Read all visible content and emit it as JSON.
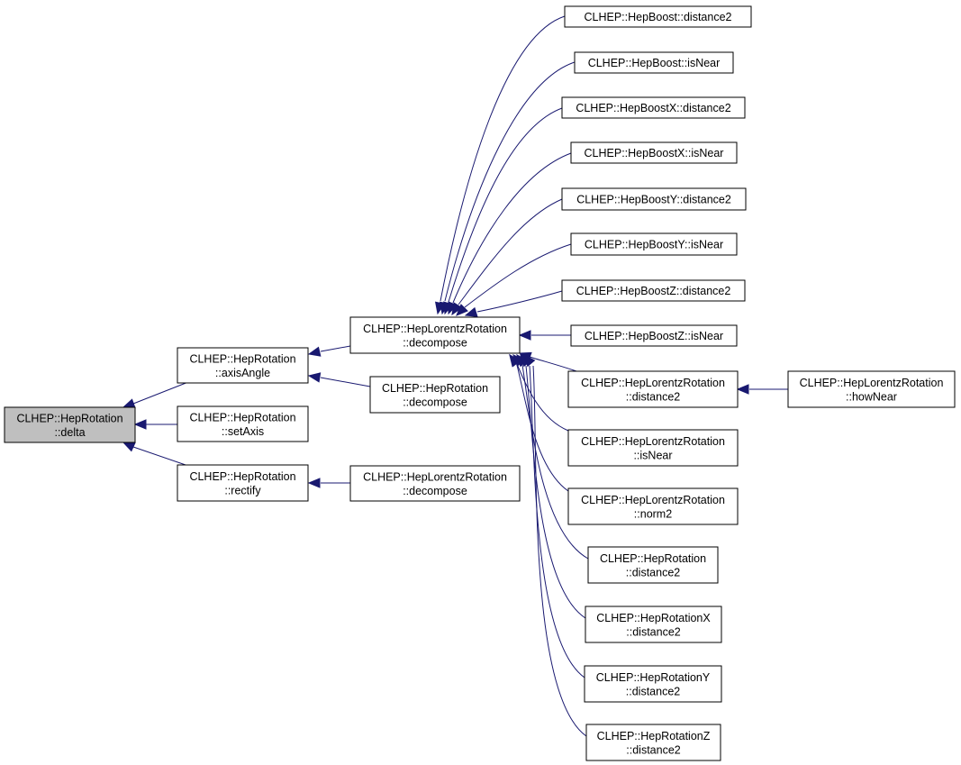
{
  "graph": {
    "nodes": [
      {
        "id": "root",
        "lines": [
          "CLHEP::HepRotation",
          "::delta"
        ],
        "root": true
      },
      {
        "id": "rot_axisAngle",
        "lines": [
          "CLHEP::HepRotation",
          "::axisAngle"
        ]
      },
      {
        "id": "rot_setAxis",
        "lines": [
          "CLHEP::HepRotation",
          "::setAxis"
        ]
      },
      {
        "id": "rot_rectify",
        "lines": [
          "CLHEP::HepRotation",
          "::rectify"
        ]
      },
      {
        "id": "lr_decompose_a",
        "lines": [
          "CLHEP::HepLorentzRotation",
          "::decompose"
        ]
      },
      {
        "id": "rot_decompose",
        "lines": [
          "CLHEP::HepRotation",
          "::decompose"
        ]
      },
      {
        "id": "lr_decompose_b",
        "lines": [
          "CLHEP::HepLorentzRotation",
          "::decompose"
        ]
      },
      {
        "id": "boost_d2",
        "lines": [
          "CLHEP::HepBoost::distance2"
        ]
      },
      {
        "id": "boost_near",
        "lines": [
          "CLHEP::HepBoost::isNear"
        ]
      },
      {
        "id": "boostx_d2",
        "lines": [
          "CLHEP::HepBoostX::distance2"
        ]
      },
      {
        "id": "boostx_near",
        "lines": [
          "CLHEP::HepBoostX::isNear"
        ]
      },
      {
        "id": "boosty_d2",
        "lines": [
          "CLHEP::HepBoostY::distance2"
        ]
      },
      {
        "id": "boosty_near",
        "lines": [
          "CLHEP::HepBoostY::isNear"
        ]
      },
      {
        "id": "boostz_d2",
        "lines": [
          "CLHEP::HepBoostZ::distance2"
        ]
      },
      {
        "id": "boostz_near",
        "lines": [
          "CLHEP::HepBoostZ::isNear"
        ]
      },
      {
        "id": "lr_d2",
        "lines": [
          "CLHEP::HepLorentzRotation",
          "::distance2"
        ]
      },
      {
        "id": "lr_howNear",
        "lines": [
          "CLHEP::HepLorentzRotation",
          "::howNear"
        ]
      },
      {
        "id": "lr_isNear",
        "lines": [
          "CLHEP::HepLorentzRotation",
          "::isNear"
        ]
      },
      {
        "id": "lr_norm2",
        "lines": [
          "CLHEP::HepLorentzRotation",
          "::norm2"
        ]
      },
      {
        "id": "rot_d2",
        "lines": [
          "CLHEP::HepRotation",
          "::distance2"
        ]
      },
      {
        "id": "rotx_d2",
        "lines": [
          "CLHEP::HepRotationX",
          "::distance2"
        ]
      },
      {
        "id": "roty_d2",
        "lines": [
          "CLHEP::HepRotationY",
          "::distance2"
        ]
      },
      {
        "id": "rotz_d2",
        "lines": [
          "CLHEP::HepRotationZ",
          "::distance2"
        ]
      }
    ],
    "edges": [
      {
        "from": "rot_axisAngle",
        "to": "root"
      },
      {
        "from": "rot_setAxis",
        "to": "root"
      },
      {
        "from": "rot_rectify",
        "to": "root"
      },
      {
        "from": "lr_decompose_a",
        "to": "rot_axisAngle"
      },
      {
        "from": "rot_decompose",
        "to": "rot_axisAngle"
      },
      {
        "from": "lr_decompose_b",
        "to": "rot_rectify"
      },
      {
        "from": "boost_d2",
        "to": "lr_decompose_a"
      },
      {
        "from": "boost_near",
        "to": "lr_decompose_a"
      },
      {
        "from": "boostx_d2",
        "to": "lr_decompose_a"
      },
      {
        "from": "boostx_near",
        "to": "lr_decompose_a"
      },
      {
        "from": "boosty_d2",
        "to": "lr_decompose_a"
      },
      {
        "from": "boosty_near",
        "to": "lr_decompose_a"
      },
      {
        "from": "boostz_d2",
        "to": "lr_decompose_a"
      },
      {
        "from": "boostz_near",
        "to": "lr_decompose_a"
      },
      {
        "from": "lr_d2",
        "to": "lr_decompose_a"
      },
      {
        "from": "lr_isNear",
        "to": "lr_decompose_a"
      },
      {
        "from": "lr_norm2",
        "to": "lr_decompose_a"
      },
      {
        "from": "rot_d2",
        "to": "lr_decompose_a"
      },
      {
        "from": "rotx_d2",
        "to": "lr_decompose_a"
      },
      {
        "from": "roty_d2",
        "to": "lr_decompose_a"
      },
      {
        "from": "rotz_d2",
        "to": "lr_decompose_a"
      },
      {
        "from": "lr_howNear",
        "to": "lr_d2"
      }
    ],
    "colors": {
      "edge": "#191970",
      "root_fill": "#bfbfbf",
      "node_fill": "#ffffff"
    }
  }
}
